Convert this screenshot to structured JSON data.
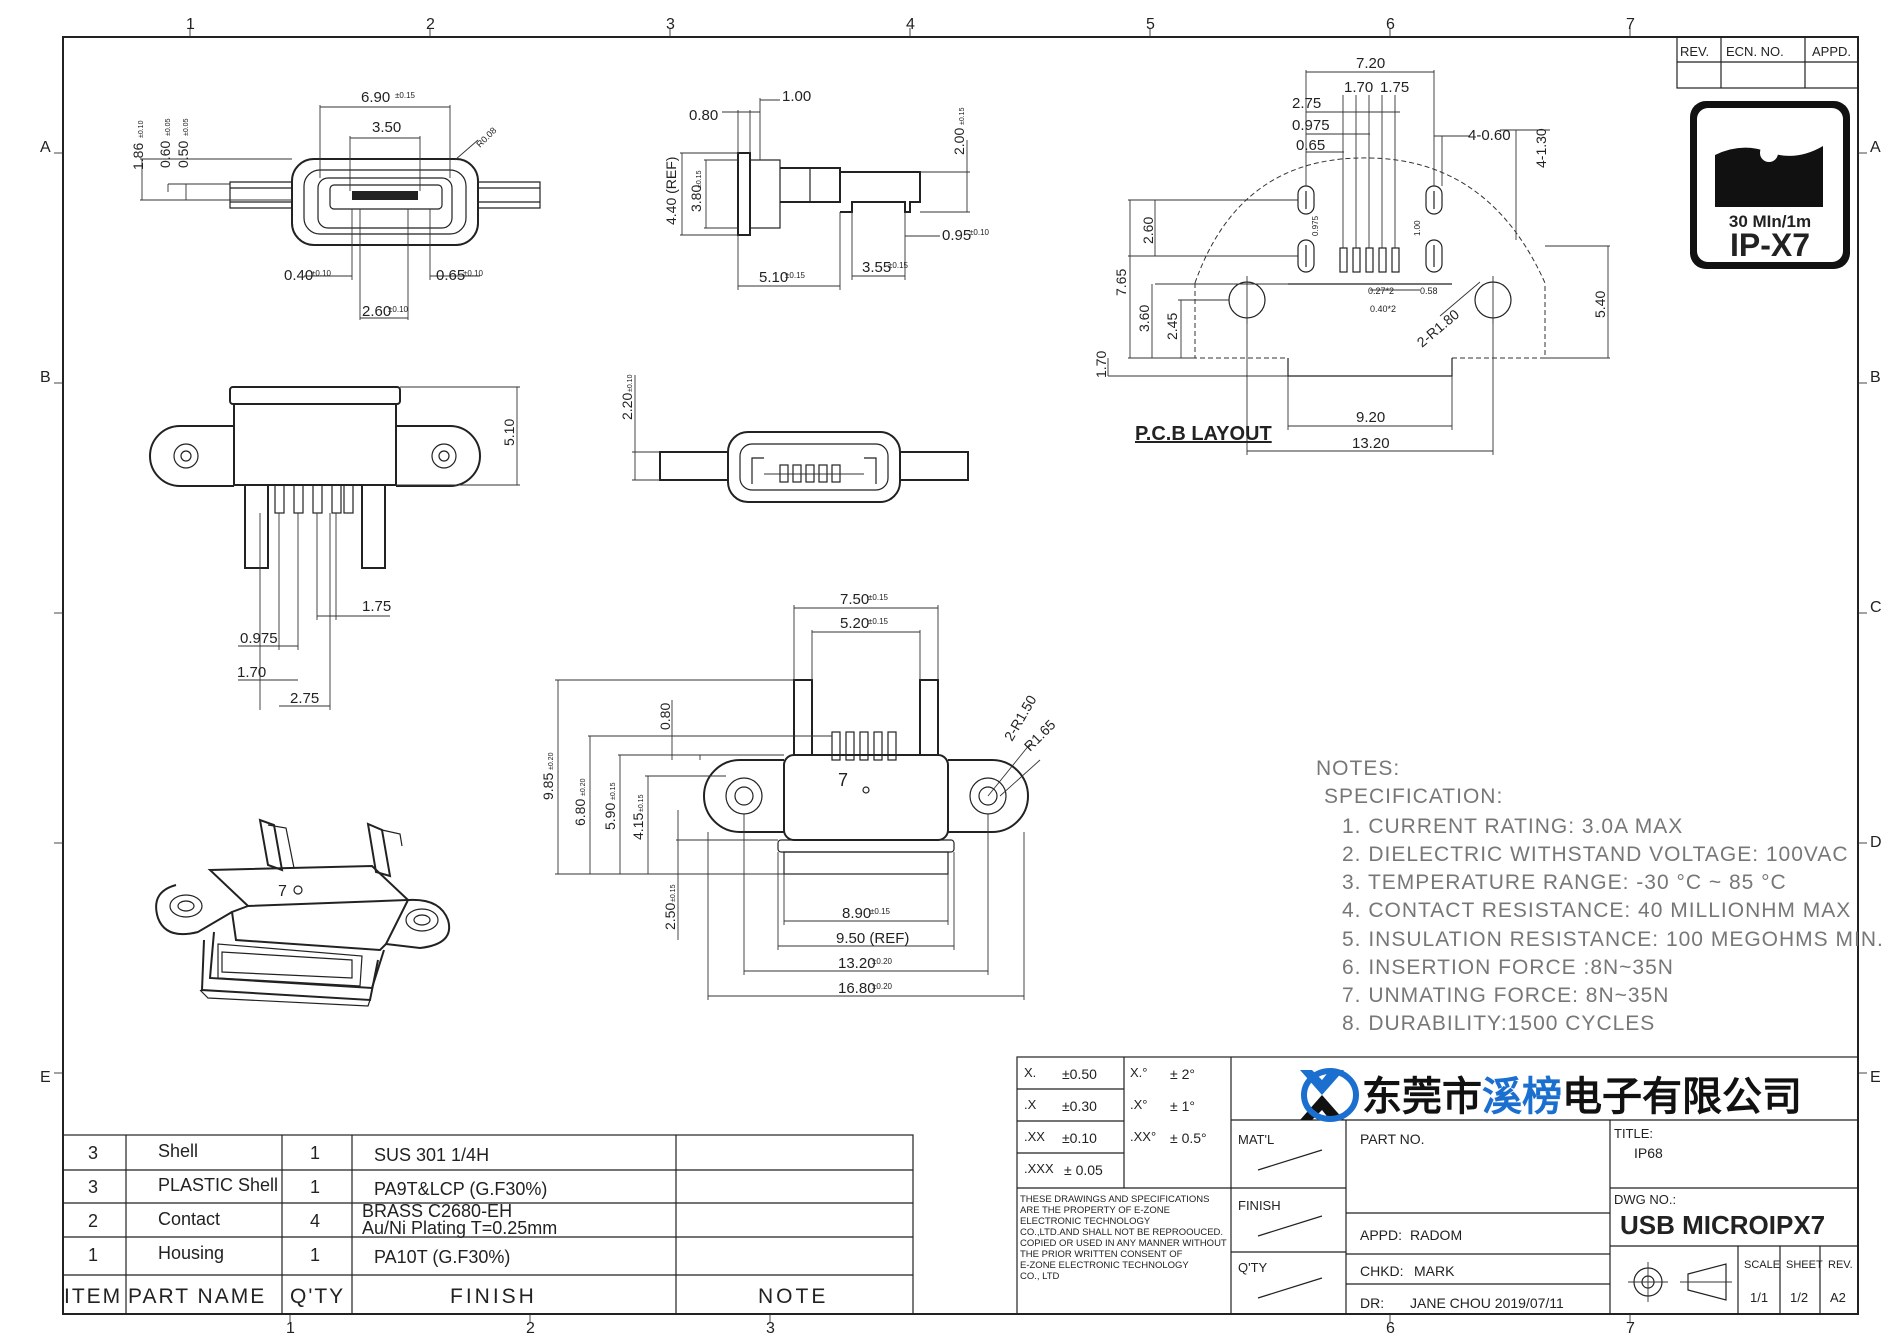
{
  "frame": {
    "col_marks": [
      "1",
      "2",
      "3",
      "4",
      "5",
      "6",
      "7"
    ],
    "row_marks": [
      "A",
      "B",
      "C",
      "D",
      "E"
    ]
  },
  "revision_block": {
    "rev": "REV.",
    "ecn_no": "ECN. NO.",
    "appd": "APPD."
  },
  "ip_badge": {
    "depth": "30 MIn/1m",
    "rating": "IP-X7"
  },
  "top_view_dims": {
    "width_690": "6.90",
    "tol_690": "±0.15",
    "width_350": "3.50",
    "h_186": "1.86",
    "tol_186": "±0.10",
    "h_060": "0.60",
    "tol_060": "±0.05",
    "h_050": "0.50",
    "tol_050": "±0.05",
    "r_008": "R0.08",
    "pitch_040": "0.40",
    "tol_040": "±0.10",
    "off_065": "0.65",
    "tol_065": "±0.10",
    "w_260": "2.60",
    "tol_260": "±0.10"
  },
  "side_view_dims": {
    "d_080": "0.80",
    "d_100": "1.00",
    "d_440": "4.40 (REF)",
    "d_380": "3.80",
    "tol_380": "±0.15",
    "d_200": "2.00",
    "tol_200": "±0.15",
    "d_095": "0.95",
    "tol_095": "±0.10",
    "d_510": "5.10",
    "tol_510": "±0.15",
    "d_355": "3.55",
    "tol_355": "±0.15"
  },
  "front_view_dims": {
    "d_510h": "5.10",
    "d_220": "2.20",
    "tol_220": "±0.10",
    "d_175": "1.75",
    "d_0975": "0.975",
    "d_170": "1.70",
    "d_275": "2.75"
  },
  "pcb": {
    "title": "P.C.B LAYOUT",
    "d_720": "7.20",
    "d_275": "2.75",
    "d_170": "1.70",
    "d_175": "1.75",
    "d_0975": "0.975",
    "d_065": "0.65",
    "d_4_060": "4-0.60",
    "d_4_130": "4-1.30",
    "d_260": "2.60",
    "d_0975b": "0.975",
    "d_100": "1.00",
    "d_765": "7.65",
    "d_360": "3.60",
    "d_245": "2.45",
    "d_170b": "1.70",
    "d_027": "0.27*2",
    "d_040": "0.40*2",
    "d_058": "0.58",
    "d_540": "5.40",
    "d_2r": "2-R1.80",
    "d_920": "9.20",
    "d_1320": "13.20"
  },
  "bottom_view_dims": {
    "d_750": "7.50",
    "tol_750": "±0.15",
    "d_520": "5.20",
    "tol_520": "±0.15",
    "d_985": "9.85",
    "tol_985": "±0.20",
    "d_680": "6.80",
    "tol_680": "±0.20",
    "d_590": "5.90",
    "tol_590": "±0.15",
    "d_415": "4.15",
    "tol_415": "±0.15",
    "d_080": "0.80",
    "d_250": "2.50",
    "tol_250": "±0.15",
    "d_2r": "2-R1.50",
    "d_r": "R1.65",
    "d_890": "8.90",
    "tol_890": "±0.15",
    "d_950": "9.50 (REF)",
    "d_1320": "13.20",
    "tol_1320": "±0.20",
    "d_1680": "16.80",
    "tol_1680": "±0.20",
    "mark": "7"
  },
  "notes": {
    "heading": "NOTES:",
    "spec": "SPECIFICATION:",
    "items": [
      "1. CURRENT RATING: 3.0A MAX",
      "2. DIELECTRIC WITHSTAND VOLTAGE: 100VAC",
      "3. TEMPERATURE RANGE: -30 °C ~ 85 °C",
      "4. CONTACT RESISTANCE: 40 MILLIONHM MAX",
      "5. INSULATION RESISTANCE: 100 MEGOHMS MIN.",
      "6. INSERTION FORCE :8N~35N",
      "7. UNMATING FORCE: 8N~35N",
      "8. DURABILITY:1500 CYCLES"
    ]
  },
  "bom": {
    "headers": [
      "ITEM",
      "PART NAME",
      "Q'TY",
      "FINISH",
      "NOTE"
    ],
    "rows": [
      {
        "item": "3",
        "part": "Shell",
        "qty": "1",
        "finish": "SUS 301 1/4H",
        "finish2": ""
      },
      {
        "item": "3",
        "part": "PLASTIC Shell",
        "qty": "1",
        "finish": "PA9T&LCP (G.F30%)",
        "finish2": ""
      },
      {
        "item": "2",
        "part": "Contact",
        "qty": "4",
        "finish": "BRASS C2680-EH",
        "finish2": "Au/Ni  Plating  T=0.25mm"
      },
      {
        "item": "1",
        "part": "Housing",
        "qty": "1",
        "finish": "PA10T (G.F30%)",
        "finish2": ""
      }
    ]
  },
  "tolerances": [
    {
      "k": "X.",
      "v": "±0.50",
      "k2": "X.°",
      "v2": "± 2°"
    },
    {
      "k": ".X",
      "v": "±0.30",
      "k2": ".X°",
      "v2": "± 1°"
    },
    {
      "k": ".XX",
      "v": "±0.10",
      "k2": ".XX°",
      "v2": "± 0.5°"
    },
    {
      "k": ".XXX",
      "v": "± 0.05",
      "k2": "",
      "v2": ""
    }
  ],
  "title_block": {
    "company": "东莞市溪榜电子有限公司",
    "company_a": "东莞市",
    "company_b": "溪榜",
    "company_c": "电子有限公司",
    "matl": "MAT'L",
    "finish": "FINISH",
    "qty": "Q'TY",
    "disclaimer": [
      "THESE DRAWINGS AND SPECIFICATIONS",
      "ARE THE PROPERTY OF E-ZONE",
      "ELECTRONIC TECHNOLOGY",
      "CO.,LTD.AND SHALL NOT BE REPROOUCED.",
      "COPIED OR USED IN ANY MANNER WITHOUT",
      "THE PRIOR WRITTEN CONSENT OF",
      "E-ZONE ELECTRONIC TECHNOLOGY",
      "CO., LTD"
    ],
    "part_no": "PART NO.",
    "appd_label": "APPD:",
    "appd": "RADOM",
    "chkd_label": "CHKD:",
    "chkd": "MARK",
    "dr_label": "DR:",
    "dr": "JANE CHOU 2019/07/11",
    "title_label": "TITLE:",
    "title": "IP68",
    "dwg_label": "DWG NO.:",
    "dwg": "USB MICROIPX7",
    "scale_label": "SCALE",
    "scale": "1/1",
    "sheet_label": "SHEET",
    "sheet": "1/2",
    "rev_label": "REV.",
    "rev": "A2"
  },
  "colors": {
    "brand_blue": "#1a6fcf",
    "ink": "#222222",
    "notes": "#777777"
  }
}
